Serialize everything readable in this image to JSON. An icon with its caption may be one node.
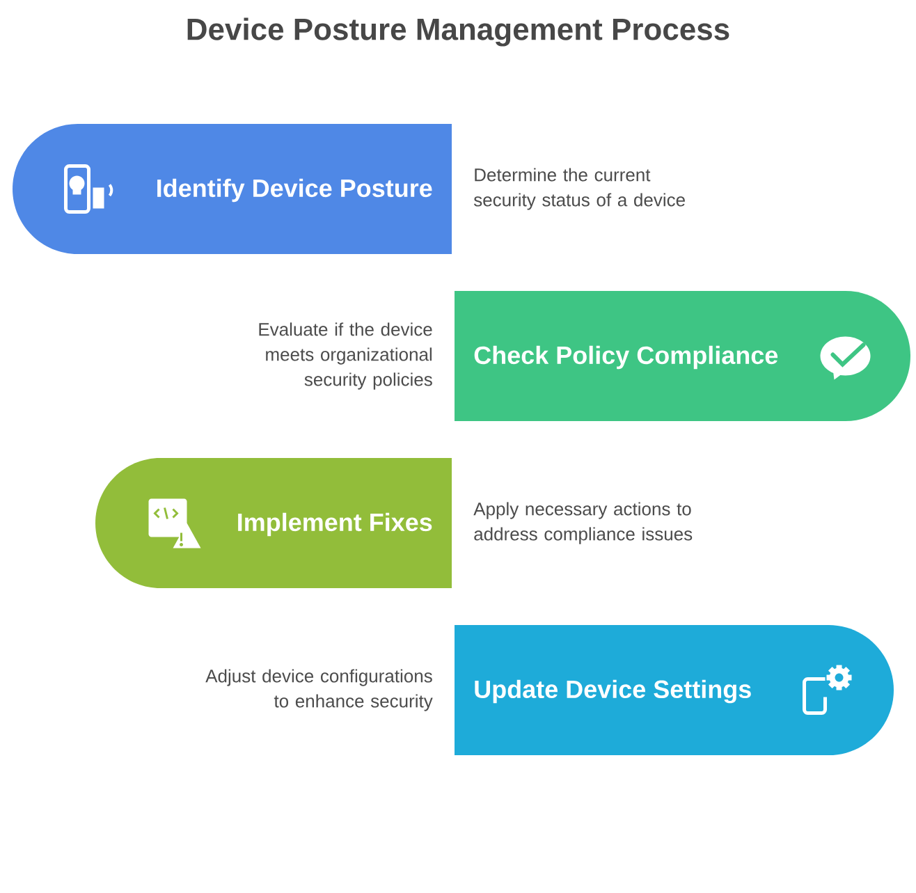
{
  "diagram": {
    "title": "Device Posture Management Process",
    "nodes": [
      {
        "text": [
          "Identify Device Posture"
        ],
        "beside": [
          "Determine the current security status of a device"
        ]
      },
      {
        "text": [
          "Check Policy Compliance"
        ],
        "beside": [
          "Evaluate if the device meets organizational security policies"
        ]
      },
      {
        "text": [
          "Implement Fixes"
        ],
        "beside": [
          "Apply necessary actions to address compliance issues"
        ]
      },
      {
        "text": [
          "Update Device Settings"
        ],
        "beside": [
          "Adjust device configurations to enhance security"
        ]
      }
    ]
  }
}
